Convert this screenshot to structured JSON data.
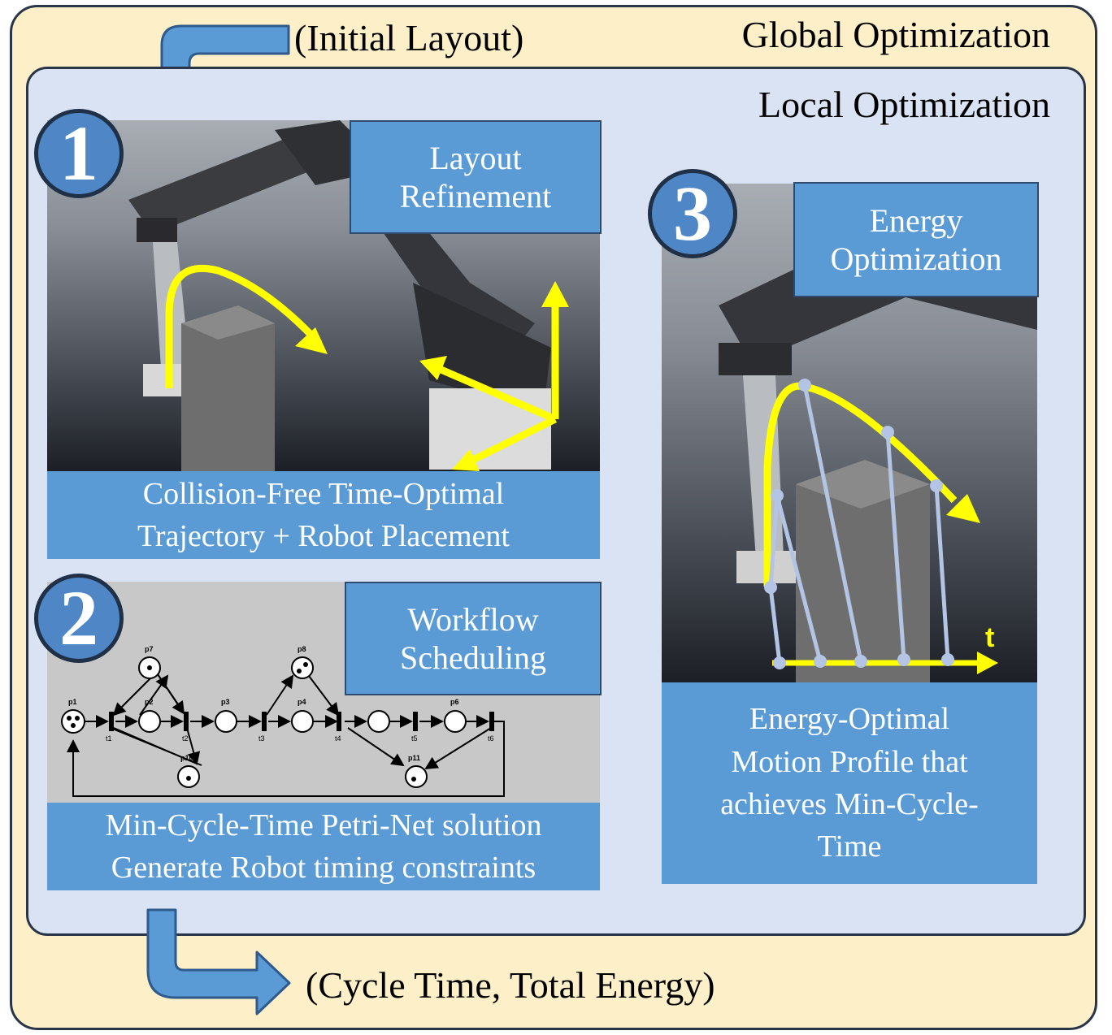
{
  "titles": {
    "initial_layout": "(Initial Layout)",
    "global_optimization": "Global Optimization",
    "local_optimization": "Local Optimization",
    "output": "(Cycle Time, Total Energy)"
  },
  "steps": [
    {
      "number": "1",
      "heading": "Layout\nRefinement",
      "caption": "Collision-Free Time-Optimal\nTrajectory + Robot Placement"
    },
    {
      "number": "2",
      "heading": "Workflow\nScheduling",
      "caption": "Min-Cycle-Time Petri-Net solution\nGenerate Robot timing constraints"
    },
    {
      "number": "3",
      "heading": "Energy\nOptimization",
      "caption": "Energy-Optimal\nMotion Profile that\nachieves Min-Cycle-\nTime"
    }
  ],
  "petri_net": {
    "places": [
      "p1",
      "p2",
      "p3",
      "p4",
      "p6",
      "p7",
      "p8",
      "p10",
      "p11"
    ],
    "transitions": [
      "t1",
      "t2",
      "t3",
      "t4",
      "t5",
      "t6"
    ]
  },
  "energy_plot": {
    "axis_label": "t"
  },
  "colors": {
    "outer_bg": "#fdefc7",
    "inner_bg": "#dae3f3",
    "label_blue": "#5b9bd5",
    "badge_blue": "#4f86c6",
    "trajectory_yellow": "#ffff00",
    "timeline_lilac": "#b4c4e4",
    "arrow_blue": "#5b9bd5"
  }
}
